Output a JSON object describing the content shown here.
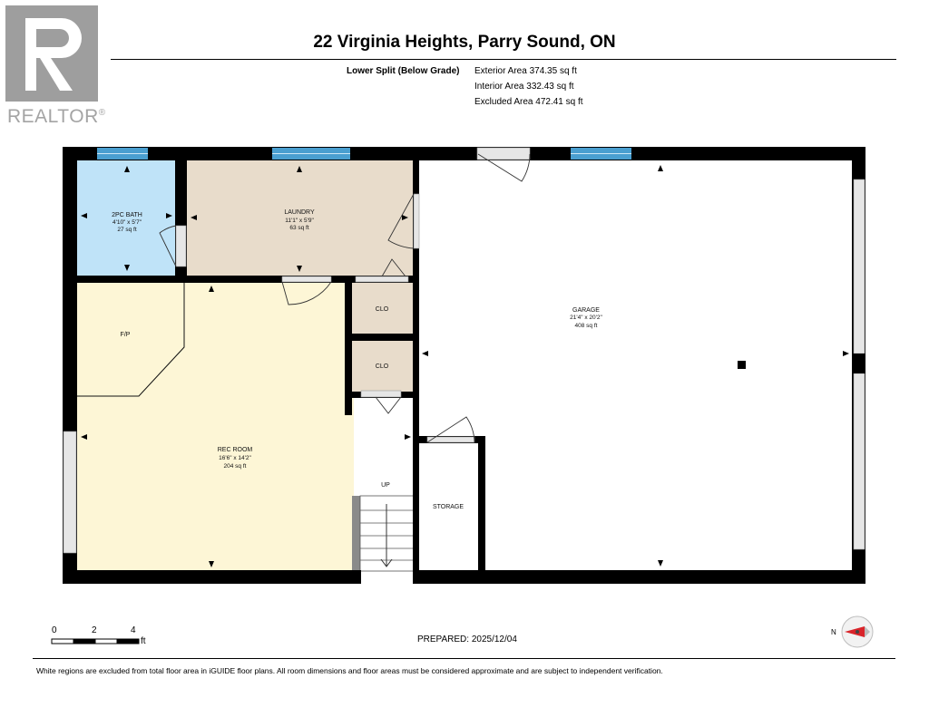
{
  "header": {
    "brand": "REALTOR",
    "address": "22 Virginia Heights, Parry Sound, ON",
    "floor_label": "Lower Split (Below Grade)",
    "exterior_area": "Exterior Area 374.35 sq ft",
    "interior_area": "Interior Area 332.43 sq ft",
    "excluded_area": "Excluded Area 472.41 sq ft"
  },
  "rooms": {
    "bath": {
      "name": "2PC BATH",
      "dims": "4'10\" x 5'7\"",
      "area": "27 sq ft"
    },
    "laundry": {
      "name": "LAUNDRY",
      "dims": "11'1\" x 5'9\"",
      "area": "63 sq ft"
    },
    "garage": {
      "name": "GARAGE",
      "dims": "21'4\" x 20'2\"",
      "area": "408 sq ft"
    },
    "rec_room": {
      "name": "REC ROOM",
      "dims": "16'6\" x 14'2\"",
      "area": "204 sq ft"
    },
    "closet_1": {
      "name": "CLO"
    },
    "closet_2": {
      "name": "CLO"
    },
    "storage": {
      "name": "STORAGE"
    },
    "fireplace": {
      "name": "F/P"
    },
    "stairs": {
      "name": "UP"
    }
  },
  "colors": {
    "bath": "#bfe3f8",
    "laundry": "#e8dccb",
    "rec_room": "#fdf6d6",
    "closet": "#e8dccb",
    "wall": "#000000",
    "window": "#4a9fd0",
    "excluded": "#ffffff"
  },
  "scale": {
    "ticks": [
      "0",
      "2",
      "4"
    ],
    "unit": "ft"
  },
  "prepared": "PREPARED: 2025/12/04",
  "footer": "White regions are excluded from total floor area in iGUIDE floor plans. All room dimensions and floor areas must be considered approximate and are subject to independent verification.",
  "compass": {
    "label": "N"
  }
}
